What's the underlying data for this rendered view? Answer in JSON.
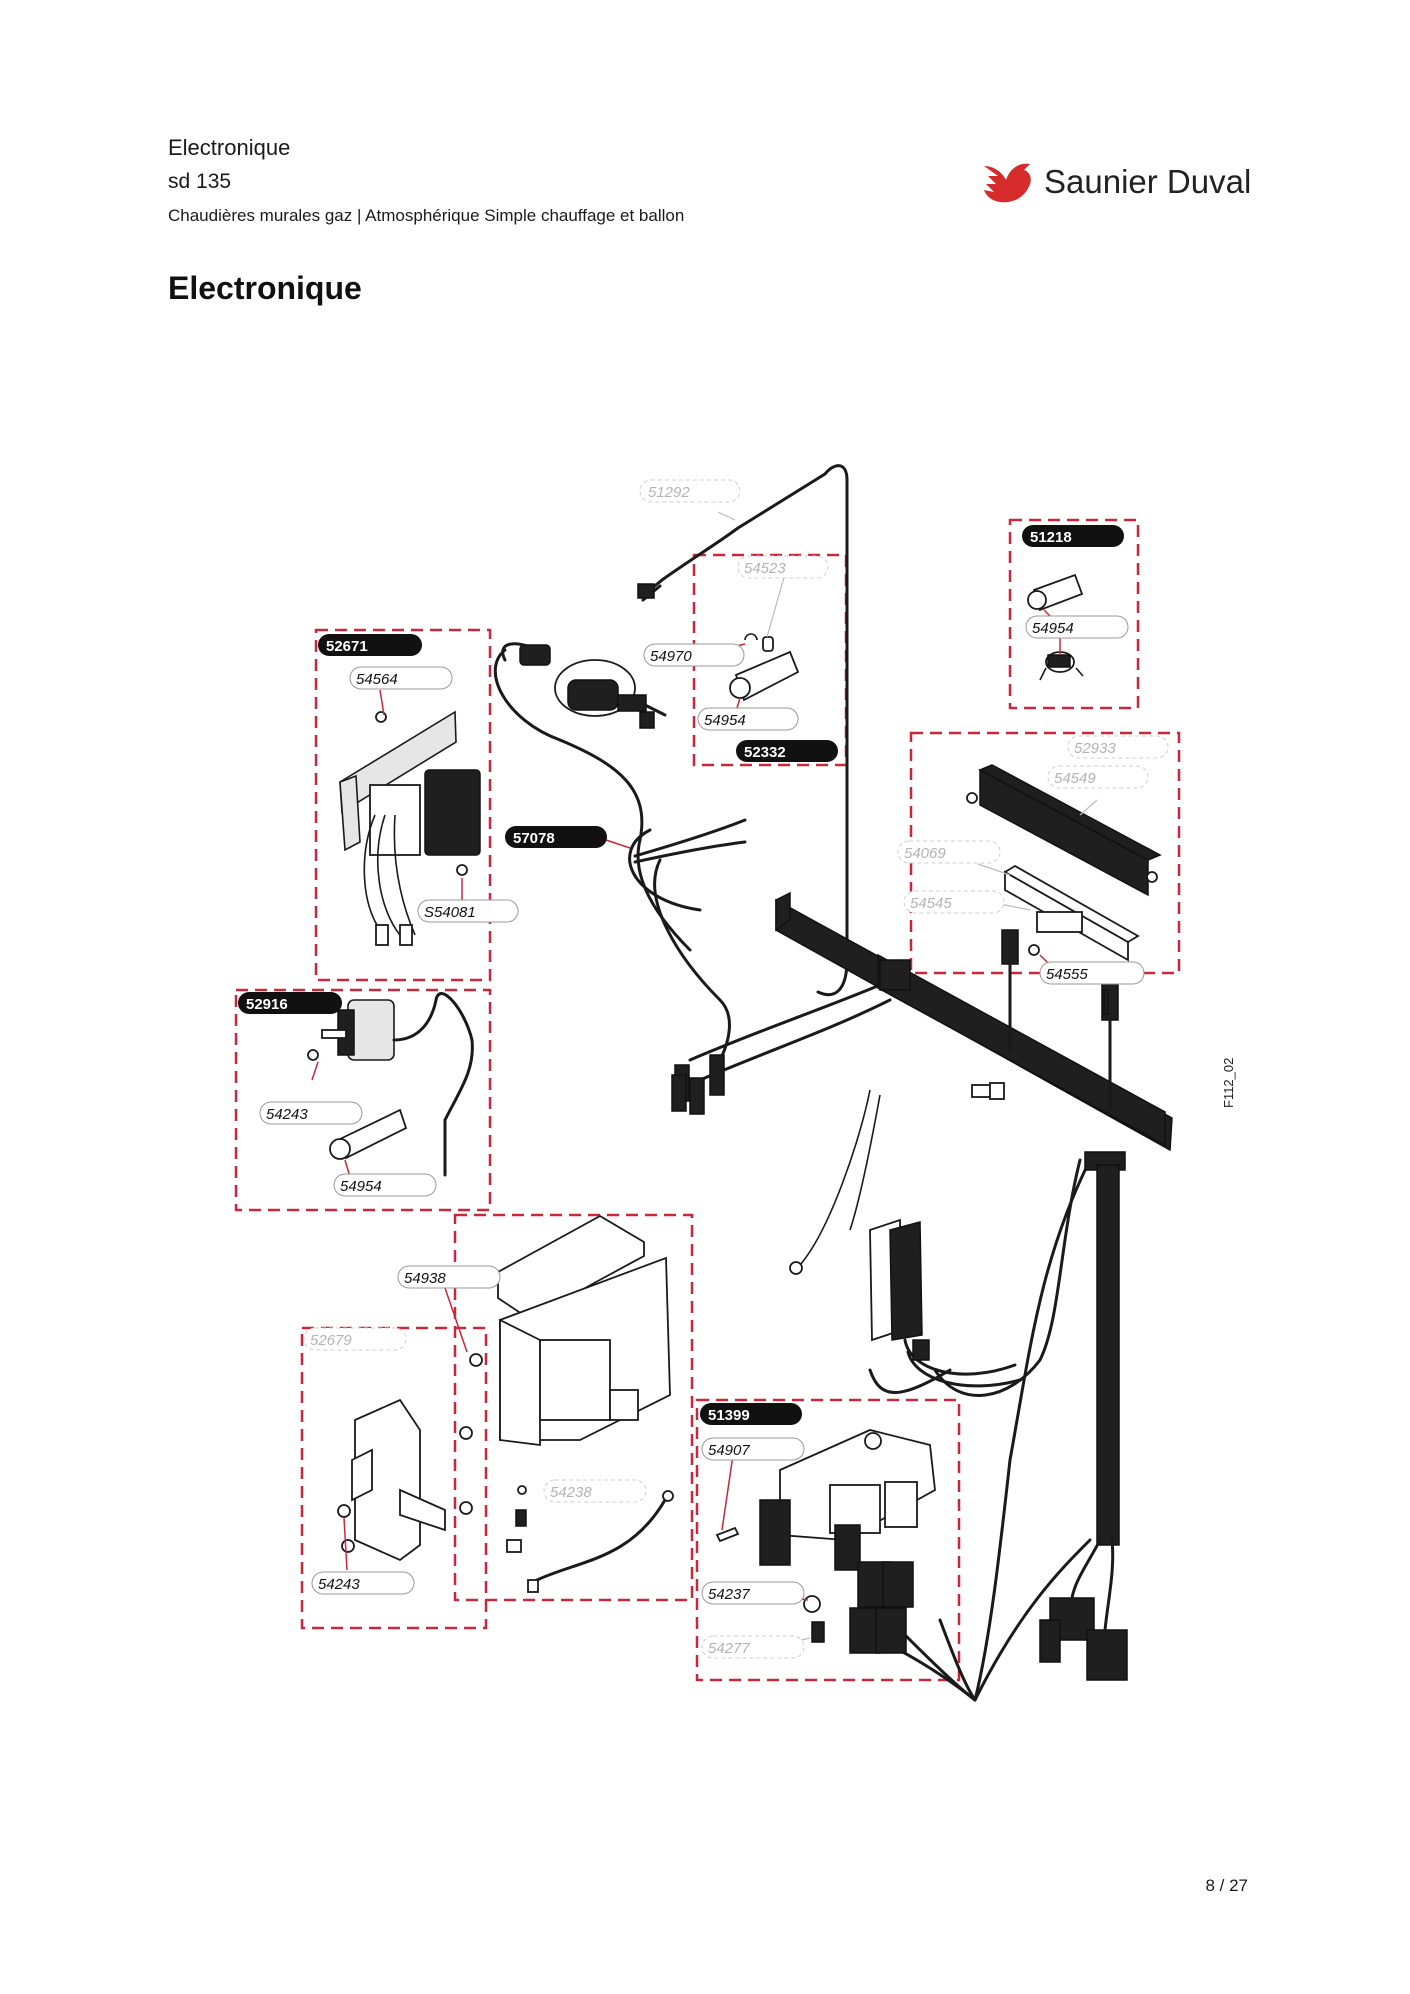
{
  "header": {
    "title": "Electronique",
    "model": "sd 135",
    "description": "Chaudières murales gaz | Atmosphérique Simple chauffage et ballon"
  },
  "brand": {
    "name": "Saunier Duval",
    "logo": "bird-logo-icon",
    "color": "#d52b2b"
  },
  "section_title": "Electronique",
  "figure_code": "F112_02",
  "page_number": "8 / 27",
  "colors": {
    "kit_frame": "#c8283a",
    "part": "#1a1a1a",
    "faint_label": "#b3b3b3"
  },
  "parts": {
    "p51292": "51292",
    "p54523": "54523",
    "p54970": "54970",
    "p54954_a": "54954",
    "p52332": "52332",
    "p51218": "51218",
    "p54954_b": "54954",
    "p52671": "52671",
    "p54564": "54564",
    "pS54081": "S54081",
    "p57078": "57078",
    "p52933": "52933",
    "p54549": "54549",
    "p54069": "54069",
    "p54545": "54545",
    "p54555": "54555",
    "p52916": "52916",
    "p54243_a": "54243",
    "p54954_c": "54954",
    "p54938": "54938",
    "p52679": "52679",
    "p54238": "54238",
    "p54243_b": "54243",
    "p51399": "51399",
    "p54907": "54907",
    "p54237": "54237",
    "p54277": "54277"
  }
}
